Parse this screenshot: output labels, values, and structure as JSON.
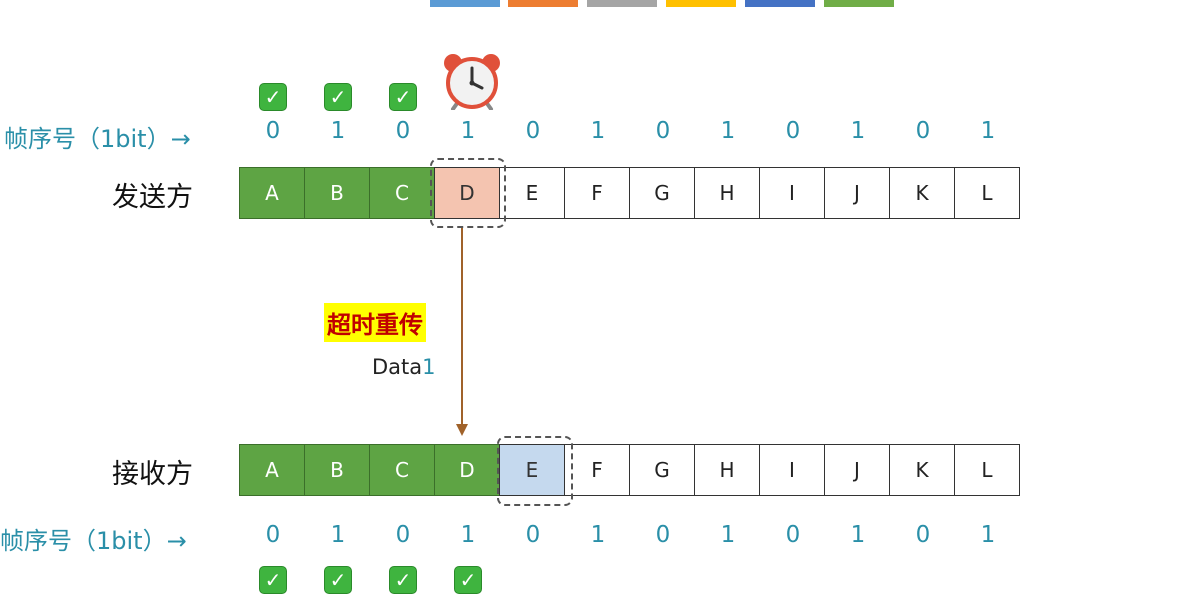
{
  "top_bar_colors": [
    "#5b9bd5",
    "#ed7d31",
    "#a5a5a5",
    "#ffc000",
    "#4472c4",
    "#70ad47"
  ],
  "seq_label": "帧序号（1bit）→",
  "sender": {
    "title": "发送方",
    "seq_numbers": [
      "0",
      "1",
      "0",
      "1",
      "0",
      "1",
      "0",
      "1",
      "0",
      "1",
      "0",
      "1"
    ],
    "frames": [
      "A",
      "B",
      "C",
      "D",
      "E",
      "F",
      "G",
      "H",
      "I",
      "J",
      "K",
      "L"
    ],
    "acked_count": 3,
    "timeout_frame": "D"
  },
  "receiver": {
    "title": "接收方",
    "seq_numbers": [
      "0",
      "1",
      "0",
      "1",
      "0",
      "1",
      "0",
      "1",
      "0",
      "1",
      "0",
      "1"
    ],
    "frames": [
      "A",
      "B",
      "C",
      "D",
      "E",
      "F",
      "G",
      "H",
      "I",
      "J",
      "K",
      "L"
    ],
    "received_count": 4,
    "expected_frame": "E"
  },
  "transfer": {
    "label": "超时重传",
    "data_prefix": "Data",
    "data_seq": "1"
  },
  "icons": {
    "check": "check-icon",
    "alarm": "alarm-clock-icon"
  },
  "colors": {
    "acked": "#5ea444",
    "timeout": "#f4c4b0",
    "expected": "#c5d9ee",
    "seq_text": "#2a8fa8",
    "arrow": "#a0622a",
    "highlight_bg": "#ffff00",
    "highlight_text": "#c00000"
  }
}
